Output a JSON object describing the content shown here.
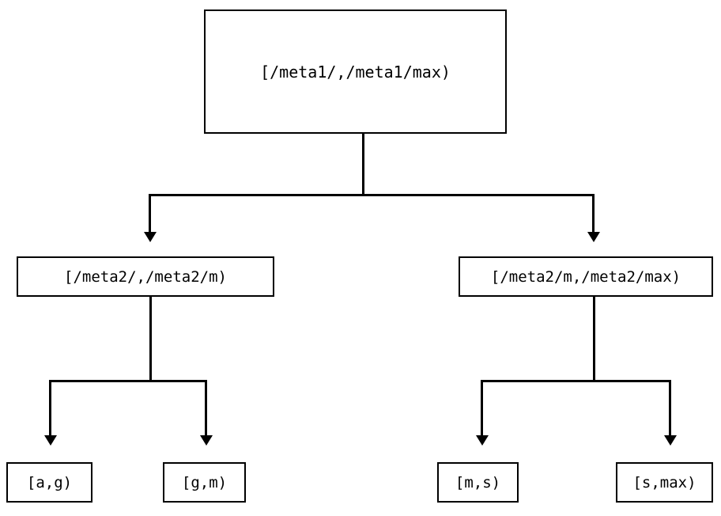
{
  "diagram": {
    "type": "tree",
    "title": "",
    "orientation": "top-down",
    "colors": {
      "background": "#ffffff",
      "stroke": "#000000",
      "text": "#000000"
    },
    "nodes": {
      "root": {
        "label": "[/meta1/,/meta1/max)",
        "level": 0
      },
      "mid_left": {
        "label": "[/meta2/,/meta2/m)",
        "level": 1
      },
      "mid_right": {
        "label": "[/meta2/m,/meta2/max)",
        "level": 1
      },
      "leaf_a_g": {
        "label": "[a,g)",
        "level": 2
      },
      "leaf_g_m": {
        "label": "[g,m)",
        "level": 2
      },
      "leaf_m_s": {
        "label": "[m,s)",
        "level": 2
      },
      "leaf_s_max": {
        "label": "[s,max)",
        "level": 2
      }
    },
    "edges": [
      {
        "from": "root",
        "to": "mid_left",
        "arrow": "down-triangle"
      },
      {
        "from": "root",
        "to": "mid_right",
        "arrow": "down-triangle"
      },
      {
        "from": "mid_left",
        "to": "leaf_a_g",
        "arrow": "down-triangle"
      },
      {
        "from": "mid_left",
        "to": "leaf_g_m",
        "arrow": "down-triangle"
      },
      {
        "from": "mid_right",
        "to": "leaf_m_s",
        "arrow": "down-triangle"
      },
      {
        "from": "mid_right",
        "to": "leaf_s_max",
        "arrow": "down-triangle"
      }
    ]
  }
}
